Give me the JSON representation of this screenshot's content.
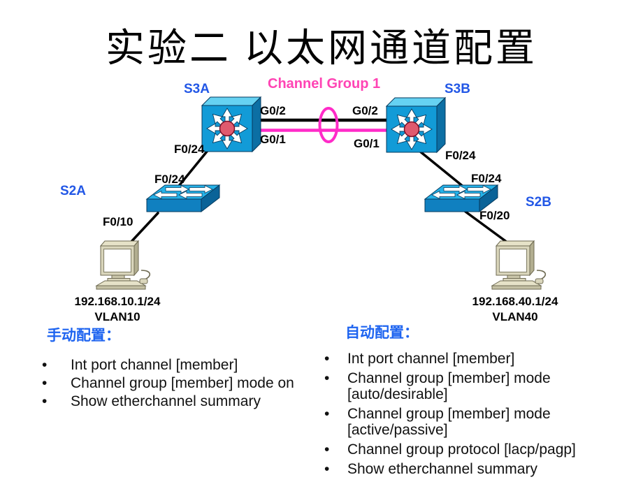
{
  "title": "实验二 以太网通道配置",
  "colors": {
    "node_label_blue": "#2257E6",
    "section_header_blue": "#1E64F0",
    "channel_magenta": "#FF2BC8",
    "switch_front_blue": "#129BD7",
    "switch_top_blue": "#66D2F2",
    "switch_side_blue": "#0C6FA4",
    "switch_hub_red": "#E05A6E",
    "pc_beige": "#DAD6BC",
    "link_black": "#000000"
  },
  "diagram": {
    "channel_label": "Channel Group 1",
    "nodes": {
      "s3a": "S3A",
      "s3b": "S3B",
      "s2a": "S2A",
      "s2b": "S2B"
    },
    "ports": {
      "s3a_g02": "G0/2",
      "s3a_g01": "G0/1",
      "s3b_g02": "G0/2",
      "s3b_g01": "G0/1",
      "s3a_f024": "F0/24",
      "s2a_f024": "F0/24",
      "s2a_f010": "F0/10",
      "s3b_f024": "F0/24",
      "s2b_f024": "F0/24",
      "s2b_f020": "F0/20"
    },
    "hosts": {
      "left": {
        "ip": "192.168.10.1/24",
        "vlan": "VLAN10"
      },
      "right": {
        "ip": "192.168.40.1/24",
        "vlan": "VLAN40"
      }
    }
  },
  "sections": {
    "manual": {
      "header": "手动配置：",
      "items": [
        "Int port channel [member]",
        "Channel group [member] mode on",
        "Show etherchannel summary"
      ]
    },
    "auto": {
      "header": "自动配置：",
      "items": [
        "Int port channel [member]",
        "Channel group [member] mode [auto/desirable]",
        "Channel group [member] mode [active/passive]",
        "Channel group protocol [lacp/pagp]",
        "Show etherchannel summary"
      ]
    }
  }
}
